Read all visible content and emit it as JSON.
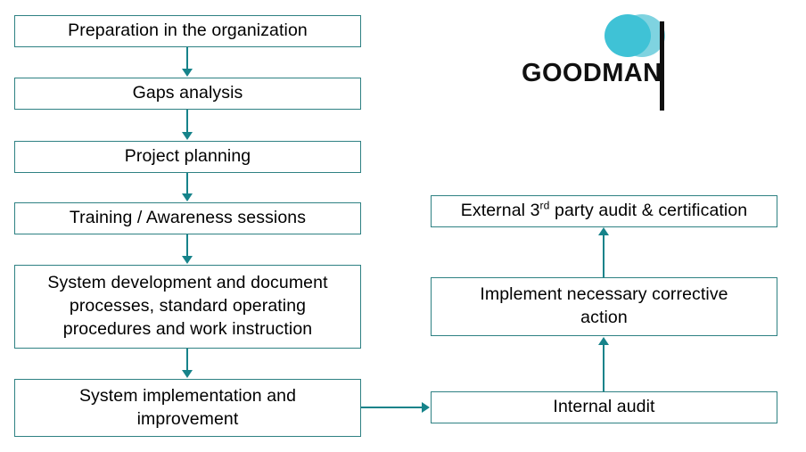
{
  "logo": {
    "wordmark": "GOODMAN",
    "circle_front_color": "#3fc2d6",
    "circle_back_color": "#7fd3e0",
    "bar_color": "#101010"
  },
  "theme": {
    "box_border_color": "#2e8183",
    "connector_color": "#16838a",
    "text_color": "#000000",
    "background": "#ffffff"
  },
  "chart_data": {
    "type": "diagram",
    "title": "",
    "diagram_kind": "flowchart",
    "nodes": [
      {
        "id": "n1",
        "label": "Preparation in the organization",
        "column": "left",
        "order": 1
      },
      {
        "id": "n2",
        "label": "Gaps analysis",
        "column": "left",
        "order": 2
      },
      {
        "id": "n3",
        "label": "Project planning",
        "column": "left",
        "order": 3
      },
      {
        "id": "n4",
        "label": "Training / Awareness sessions",
        "column": "left",
        "order": 4
      },
      {
        "id": "n5",
        "label": "System development and document processes, standard operating procedures and work instruction",
        "column": "left",
        "order": 5
      },
      {
        "id": "n6",
        "label": "System implementation and improvement",
        "column": "left",
        "order": 6
      },
      {
        "id": "n7",
        "label": "Internal audit",
        "column": "right",
        "order": 7
      },
      {
        "id": "n8",
        "label": "Implement necessary corrective action",
        "column": "right",
        "order": 8
      },
      {
        "id": "n9",
        "label": "External 3rd party audit & certification",
        "column": "right",
        "order": 9
      }
    ],
    "edges": [
      {
        "from": "n1",
        "to": "n2",
        "direction": "down"
      },
      {
        "from": "n2",
        "to": "n3",
        "direction": "down"
      },
      {
        "from": "n3",
        "to": "n4",
        "direction": "down"
      },
      {
        "from": "n4",
        "to": "n5",
        "direction": "down"
      },
      {
        "from": "n5",
        "to": "n6",
        "direction": "down"
      },
      {
        "from": "n6",
        "to": "n7",
        "direction": "right"
      },
      {
        "from": "n7",
        "to": "n8",
        "direction": "up"
      },
      {
        "from": "n8",
        "to": "n9",
        "direction": "up"
      }
    ]
  },
  "boxes": {
    "preparation": "Preparation in the organization",
    "gaps_analysis": "Gaps analysis",
    "project_planning": "Project planning",
    "training": "Training / Awareness sessions",
    "system_development_line1": "System development and document",
    "system_development_line2": "processes, standard operating",
    "system_development_line3": "procedures and work instruction",
    "system_implementation_line1": "System implementation and",
    "system_implementation_line2": "improvement",
    "internal_audit": "Internal audit",
    "corrective_action_line1": "Implement necessary corrective",
    "corrective_action_line2": "action",
    "external_audit_pre": "External 3",
    "external_audit_sup": "rd",
    "external_audit_post": " party audit & certification"
  }
}
